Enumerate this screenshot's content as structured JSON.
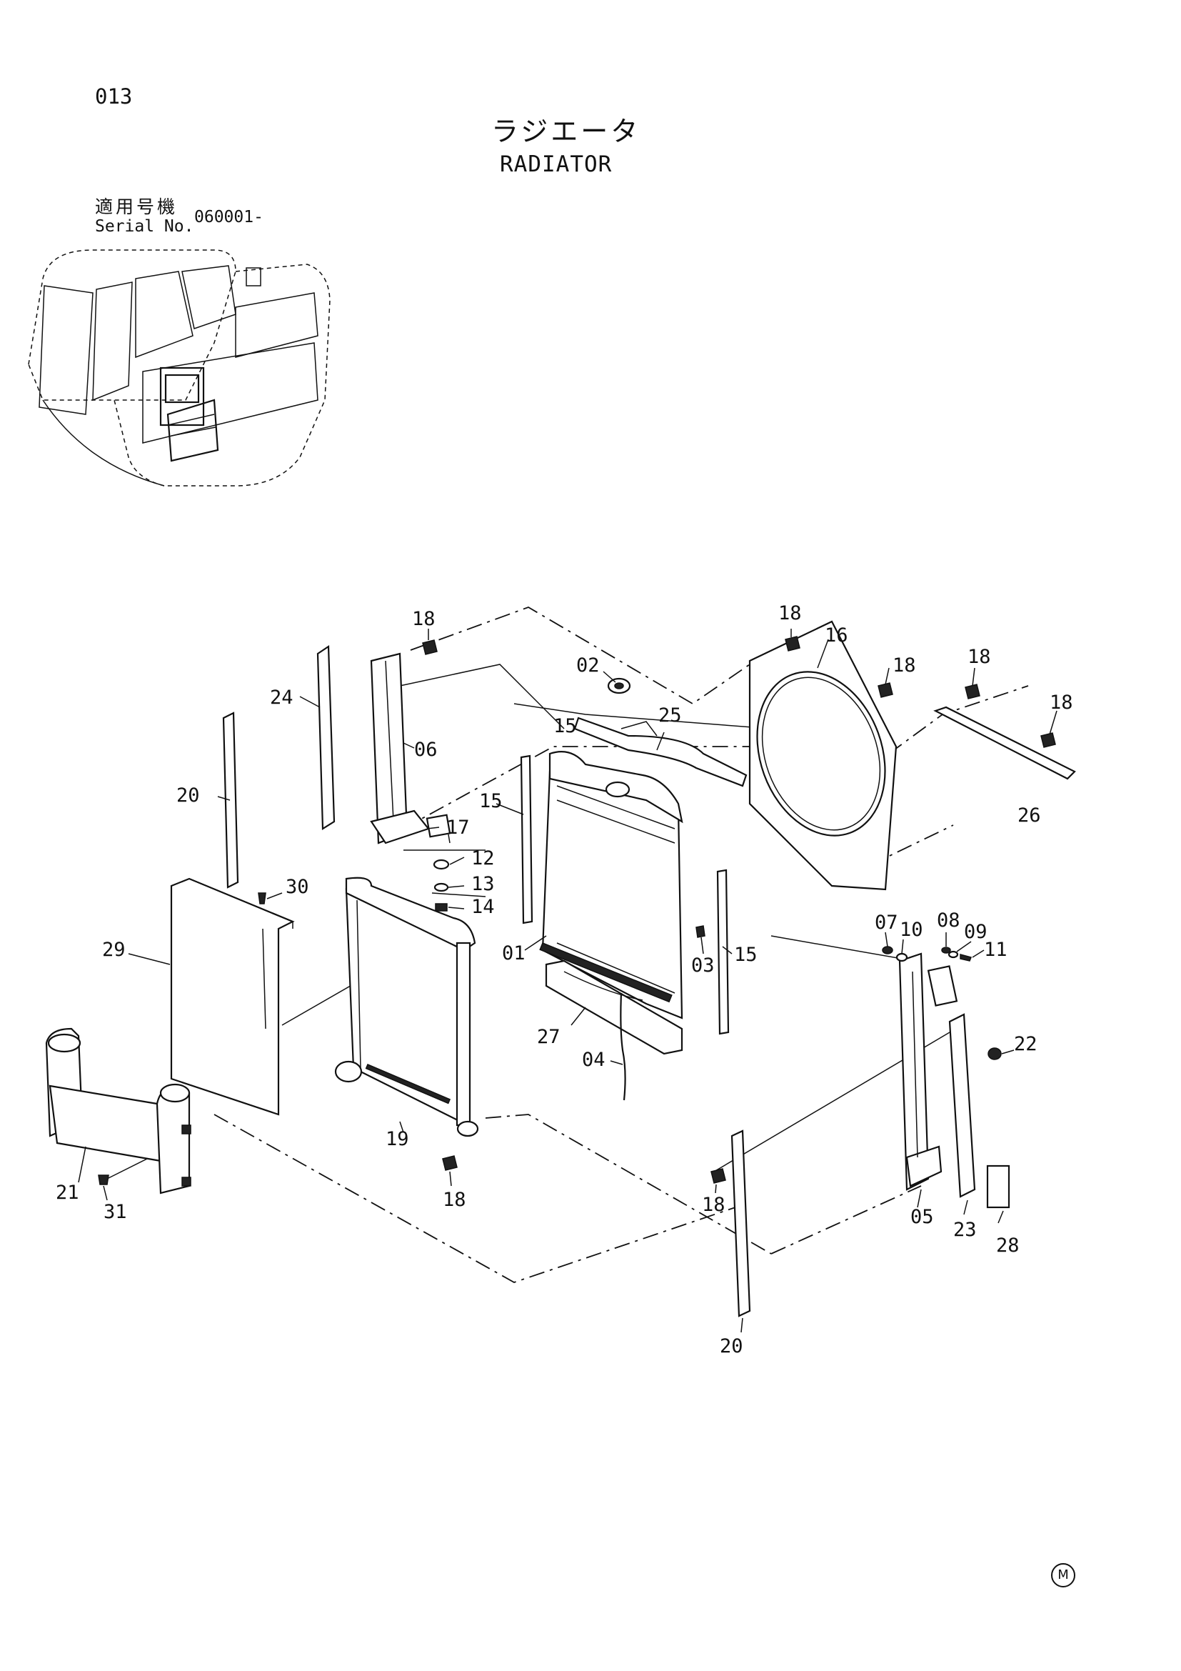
{
  "header": {
    "page_code": "013",
    "title_ja": "ラジエータ",
    "title_en": "RADIATOR",
    "serial_label_ja": "適用号機",
    "serial_label_en": "Serial No.",
    "serial_value": "060001-"
  },
  "footer": {
    "mark": "M"
  },
  "labels": {
    "p01": "01",
    "p02": "02",
    "p03": "03",
    "p04": "04",
    "p05": "05",
    "p06": "06",
    "p07": "07",
    "p08": "08",
    "p09": "09",
    "p10": "10",
    "p11": "11",
    "p12": "12",
    "p13": "13",
    "p14": "14",
    "p15": "15",
    "p16": "16",
    "p17": "17",
    "p18": "18",
    "p19": "19",
    "p20": "20",
    "p21": "21",
    "p22": "22",
    "p23": "23",
    "p24": "24",
    "p25": "25",
    "p26": "26",
    "p27": "27",
    "p28": "28",
    "p29": "29",
    "p30": "30",
    "p31": "31"
  }
}
